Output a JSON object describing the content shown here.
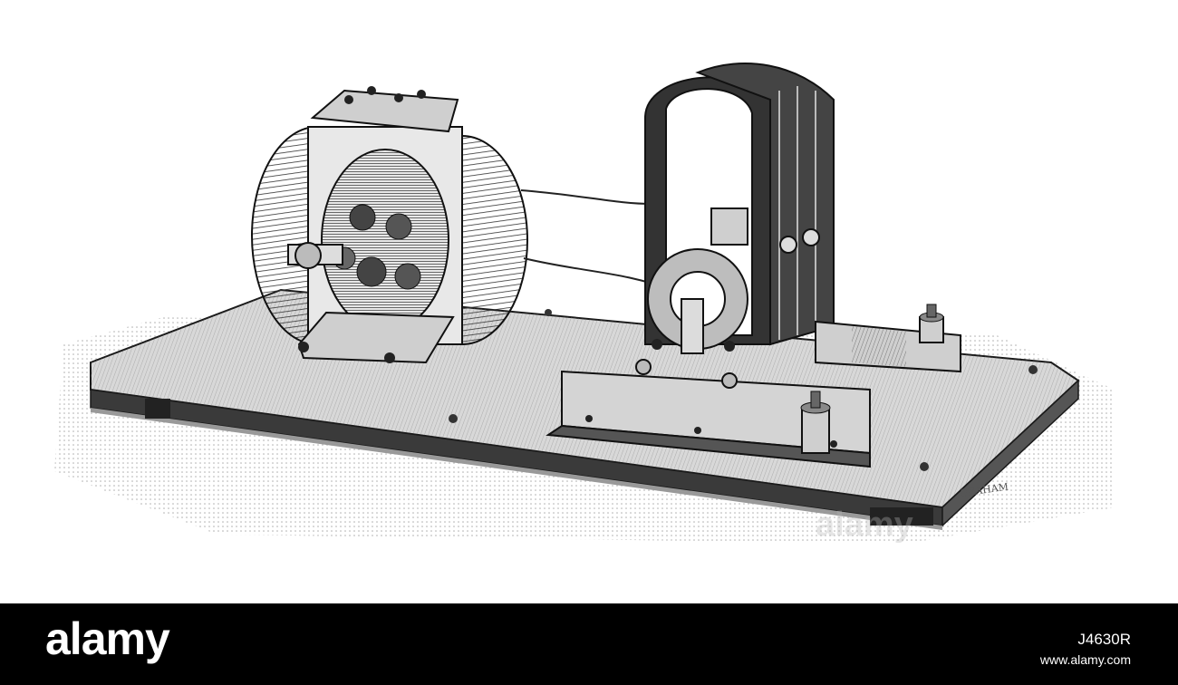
{
  "illustration": {
    "subject": "engraving of an electric motor and induction apparatus mounted on a wooden base",
    "signature": "GRAHAM",
    "ink_color": "#1a1a1a",
    "paper_color": "#ffffff"
  },
  "watermark": {
    "text": "alamy"
  },
  "footer": {
    "logo": "alamy",
    "image_id": "J4630R",
    "site": "www.alamy.com",
    "background_color": "#000000",
    "text_color": "#ffffff"
  }
}
